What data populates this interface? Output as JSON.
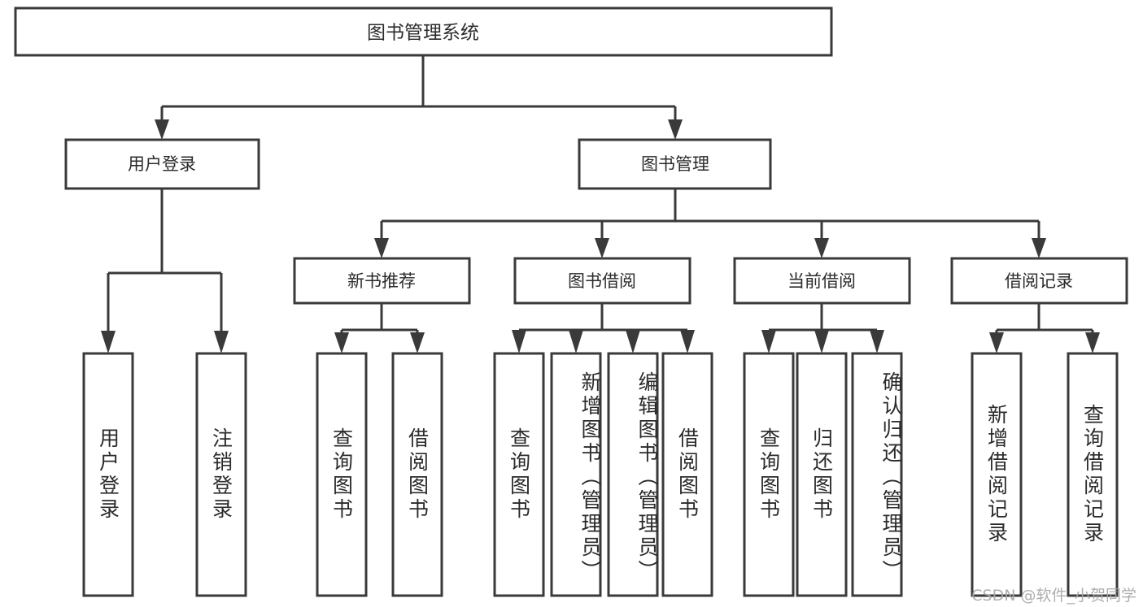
{
  "diagram": {
    "title": "图书管理系统",
    "type": "tree-hierarchy-diagram",
    "accent_color": "#3a3a3a",
    "background_color": "#ffffff",
    "root": {
      "id": "root",
      "label": "图书管理系统"
    },
    "level2": [
      {
        "id": "user-login",
        "label": "用户登录"
      },
      {
        "id": "book-management",
        "label": "图书管理"
      }
    ],
    "level3": [
      {
        "id": "new-book-recommend",
        "label": "新书推荐",
        "parent": "book-management"
      },
      {
        "id": "book-borrow",
        "label": "图书借阅",
        "parent": "book-management"
      },
      {
        "id": "current-borrow",
        "label": "当前借阅",
        "parent": "book-management"
      },
      {
        "id": "borrow-record",
        "label": "借阅记录",
        "parent": "book-management"
      }
    ],
    "leaves": [
      {
        "id": "leaf-user-login",
        "label": "用户登录",
        "parent": "user-login"
      },
      {
        "id": "leaf-logout",
        "label": "注销登录",
        "parent": "user-login"
      },
      {
        "id": "leaf-query-book-1",
        "label": "查询图书",
        "parent": "new-book-recommend"
      },
      {
        "id": "leaf-borrow-book-1",
        "label": "借阅图书",
        "parent": "new-book-recommend"
      },
      {
        "id": "leaf-query-book-2",
        "label": "查询图书",
        "parent": "book-borrow"
      },
      {
        "id": "leaf-add-book",
        "label": "新增图书（管理员）",
        "parent": "book-borrow"
      },
      {
        "id": "leaf-edit-book",
        "label": "编辑图书（管理员）",
        "parent": "book-borrow"
      },
      {
        "id": "leaf-borrow-book-2",
        "label": "借阅图书",
        "parent": "book-borrow"
      },
      {
        "id": "leaf-query-book-3",
        "label": "查询图书",
        "parent": "current-borrow"
      },
      {
        "id": "leaf-return-book",
        "label": "归还图书",
        "parent": "current-borrow"
      },
      {
        "id": "leaf-confirm-return",
        "label": "确认归还（管理员）",
        "parent": "current-borrow"
      },
      {
        "id": "leaf-add-record",
        "label": "新增借阅记录",
        "parent": "borrow-record"
      },
      {
        "id": "leaf-query-record",
        "label": "查询借阅记录",
        "parent": "borrow-record"
      }
    ]
  },
  "watermark": {
    "text": "CSDN @软件_小贺同学"
  }
}
